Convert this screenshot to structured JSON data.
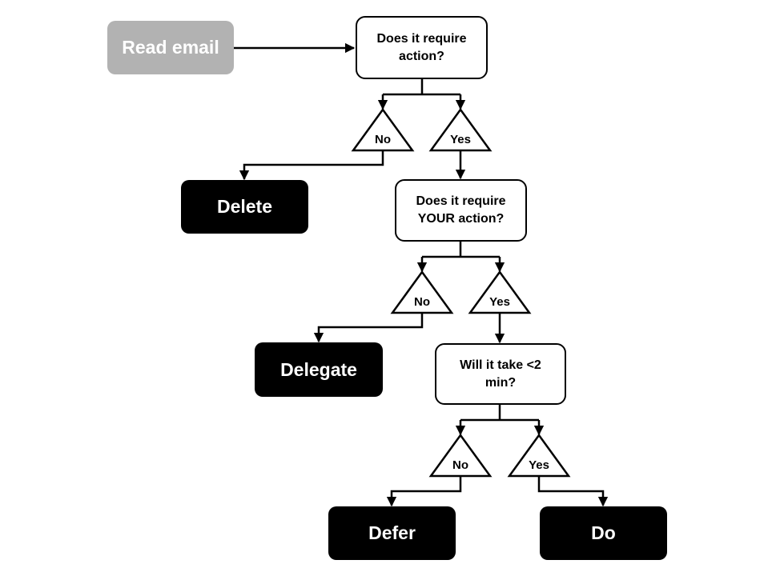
{
  "flowchart": {
    "start": {
      "label": "Read email"
    },
    "decisions": [
      {
        "label": "Does it require action?"
      },
      {
        "label": "Does it require YOUR action?"
      },
      {
        "label": "Will it take <2 min?"
      }
    ],
    "branch_labels": {
      "q1_no": "No",
      "q1_yes": "Yes",
      "q2_no": "No",
      "q2_yes": "Yes",
      "q3_no": "No",
      "q3_yes": "Yes"
    },
    "outcomes": [
      {
        "label": "Delete"
      },
      {
        "label": "Delegate"
      },
      {
        "label": "Defer"
      },
      {
        "label": "Do"
      }
    ],
    "colors": {
      "start_fill": "#b2b2b2",
      "outcome_fill": "#000000",
      "decision_fill": "#ffffff",
      "line": "#000000"
    }
  }
}
